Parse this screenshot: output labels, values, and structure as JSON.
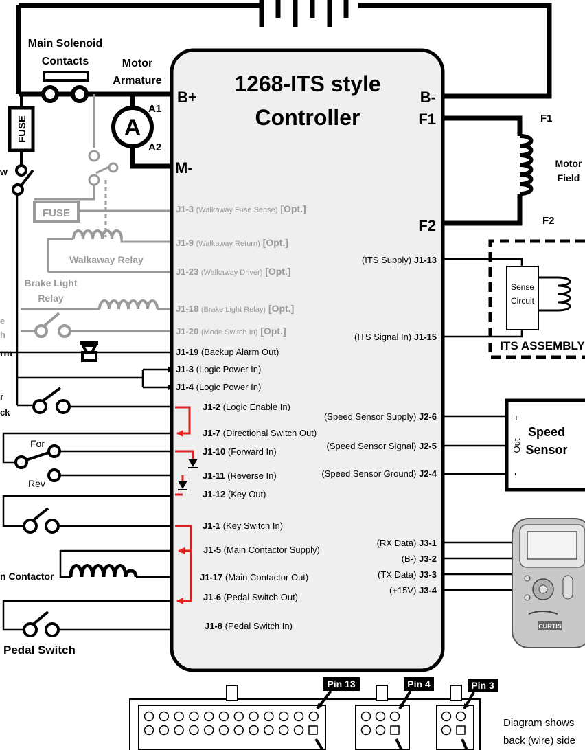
{
  "controller": {
    "title_line1": "1268-ITS style",
    "title_line2": "Controller",
    "terminals": {
      "bplus": "B+",
      "bminus": "B-",
      "mminus": "M-",
      "f1": "F1",
      "f2": "F2"
    }
  },
  "labels": {
    "main_solenoid_1": "Main Solenoid",
    "main_solenoid_2": "Contacts",
    "motor_armature_1": "Motor",
    "motor_armature_2": "Armature",
    "armature_symbol": "A",
    "a1": "A1",
    "a2": "A2",
    "fuse": "FUSE",
    "fuse_optional": "FUSE",
    "walkaway_relay": "Walkaway Relay",
    "brake_light_relay_1": "Brake Light",
    "brake_light_relay_2": "Relay",
    "f1_field": "F1",
    "f2_field": "F2",
    "motor_field_1": "Motor",
    "motor_field_2": "Field",
    "sense_circuit_1": "Sense",
    "sense_circuit_2": "Circuit",
    "its_assembly": "ITS ASSEMBLY",
    "speed_sensor_1": "Speed",
    "speed_sensor_2": "Sensor",
    "speed_plus": "+",
    "speed_out": "Out",
    "speed_minus": "-",
    "for": "For",
    "rev": "Rev",
    "main_contactor": "n Contactor",
    "pedal_switch": "Pedal Switch",
    "cut_w": "w",
    "cut_e": "e",
    "cut_h": "h",
    "cut_arm": "rm",
    "cut_r": "r",
    "cut_ck": "ck",
    "handheld_brand": "CURTIS",
    "pin13": "Pin 13",
    "pin4": "Pin 4",
    "pin3": "Pin 3",
    "note_1": "Diagram shows",
    "note_2": "back (wire) side"
  },
  "left_pins": [
    {
      "pin": "J1-3",
      "desc": "(Walkaway Fuse Sense)",
      "opt": "[Opt.]"
    },
    {
      "pin": "J1-9",
      "desc": "(Walkaway Return)",
      "opt": "[Opt.]"
    },
    {
      "pin": "J1-23",
      "desc": "(Walkaway Driver)",
      "opt": "[Opt.]"
    },
    {
      "pin": "J1-18",
      "desc": "(Brake Light Relay)",
      "opt": "[Opt.]"
    },
    {
      "pin": "J1-20",
      "desc": "(Mode Switch In)",
      "opt": "[Opt.]"
    },
    {
      "pin": "J1-19",
      "desc": "(Backup Alarm Out)"
    },
    {
      "pin": "J1-3",
      "desc": "(Logic Power In)"
    },
    {
      "pin": "J1-4",
      "desc": "(Logic Power In)"
    },
    {
      "pin": "J1-2",
      "desc": "(Logic Enable In)"
    },
    {
      "pin": "J1-7",
      "desc": "(Directional Switch Out)"
    },
    {
      "pin": "J1-10",
      "desc": "(Forward In)"
    },
    {
      "pin": "J1-11",
      "desc": "(Reverse In)"
    },
    {
      "pin": "J1-12",
      "desc": "(Key Out)"
    },
    {
      "pin": "J1-1",
      "desc": "(Key Switch In)"
    },
    {
      "pin": "J1-5",
      "desc": "(Main Contactor Supply)"
    },
    {
      "pin": "J1-17",
      "desc": "(Main Contactor Out)"
    },
    {
      "pin": "J1-6",
      "desc": "(Pedal Switch Out)"
    },
    {
      "pin": "J1-8",
      "desc": "(Pedal Switch In)"
    }
  ],
  "right_pins": [
    {
      "desc": "(ITS Supply)",
      "pin": "J1-13"
    },
    {
      "desc": "(ITS Signal In)",
      "pin": "J1-15"
    },
    {
      "desc": "(Speed Sensor Supply)",
      "pin": "J2-6"
    },
    {
      "desc": "(Speed Sensor Signal)",
      "pin": "J2-5"
    },
    {
      "desc": "(Speed Sensor Ground)",
      "pin": "J2-4"
    },
    {
      "desc": "(RX Data)",
      "pin": "J3-1"
    },
    {
      "desc": "(B-)",
      "pin": "J3-2"
    },
    {
      "desc": "(TX Data)",
      "pin": "J3-3"
    },
    {
      "desc": "(+15V)",
      "pin": "J3-4"
    }
  ]
}
